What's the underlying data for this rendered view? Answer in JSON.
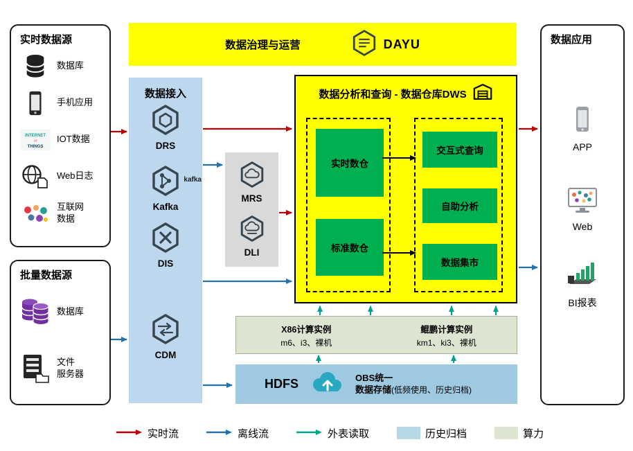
{
  "governance": {
    "title": "数据治理与运营",
    "product": "DAYU"
  },
  "realtime_sources": {
    "title": "实时数据源",
    "items": [
      {
        "label": "数据库",
        "icon": "database-icon"
      },
      {
        "label": "手机应用",
        "icon": "phone-icon"
      },
      {
        "label": "IOT数据",
        "icon": "iot-icon",
        "words": [
          "INTERNET",
          "of",
          "THINGS"
        ]
      },
      {
        "label": "Web日志",
        "icon": "web-log-icon"
      },
      {
        "label": "互联网\n数据",
        "icon": "internet-data-icon"
      }
    ]
  },
  "batch_sources": {
    "title": "批量数据源",
    "items": [
      {
        "label": "数据库",
        "icon": "database-purple-icon"
      },
      {
        "label": "文件\n服务器",
        "icon": "file-server-icon"
      }
    ]
  },
  "ingestion": {
    "title": "数据接入",
    "services": [
      {
        "name": "DRS",
        "icon": "drs-icon"
      },
      {
        "name": "Kafka",
        "icon": "kafka-icon",
        "badge": "kafka"
      },
      {
        "name": "DIS",
        "icon": "dis-icon"
      },
      {
        "name": "CDM",
        "icon": "cdm-icon"
      }
    ]
  },
  "processing": {
    "services": [
      {
        "name": "MRS",
        "icon": "mrs-icon"
      },
      {
        "name": "DLI",
        "icon": "dli-icon"
      }
    ]
  },
  "dws": {
    "title": "数据分析和查询 - 数据仓库DWS",
    "warehouses": [
      "实时数仓",
      "标准数仓"
    ],
    "services": [
      "交互式查询",
      "自助分析",
      "数据集市"
    ]
  },
  "compute": {
    "groups": [
      {
        "title": "X86计算实例",
        "subtitle": "m6、i3、裸机"
      },
      {
        "title": "鲲鹏计算实例",
        "subtitle": "km1、ki3、裸机"
      }
    ]
  },
  "storage": {
    "hdfs": "HDFS",
    "obs_line1": "OBS统一",
    "obs_line2": "数据存储",
    "obs_note": "(低频使用、历史归档)"
  },
  "applications": {
    "title": "数据应用",
    "items": [
      {
        "label": "APP",
        "icon": "app-phone-icon"
      },
      {
        "label": "Web",
        "icon": "web-monitor-icon"
      },
      {
        "label": "BI报表",
        "icon": "bi-report-icon"
      }
    ]
  },
  "legend": {
    "items": [
      {
        "label": "实时流",
        "style": "arrow",
        "color": "#c00000"
      },
      {
        "label": "离线流",
        "style": "arrow",
        "color": "#2273ad"
      },
      {
        "label": "外表读取",
        "style": "arrow",
        "color": "#00a08f"
      },
      {
        "label": "历史归档",
        "style": "swatch",
        "color": "#b4d8e4"
      },
      {
        "label": "算力",
        "style": "swatch",
        "color": "#dde4cf"
      }
    ]
  }
}
